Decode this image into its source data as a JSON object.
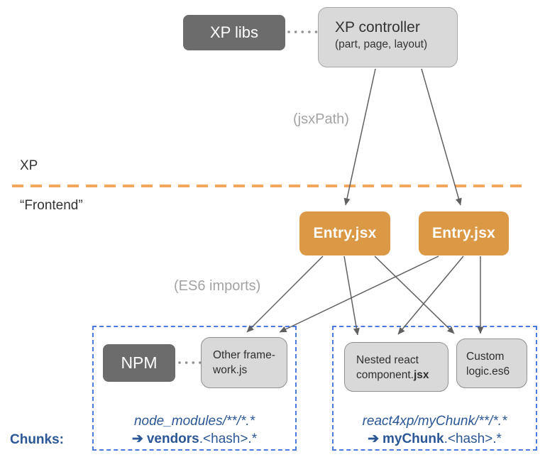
{
  "colors": {
    "accent-orange": "#DB9845",
    "divider-orange": "#F3A75C",
    "box-dark": "#6C6C6C",
    "box-light": "#D9D9D9",
    "box-border": "#8F8F8F",
    "controller-border": "#A6A6A6",
    "blue-border": "#4B79DF",
    "blue-text": "#2B5797",
    "arrow-gray": "#606060",
    "dot-gray": "#8F8F8F",
    "label-gray": "#A3A3A3",
    "text-dark": "#3A3A3A"
  },
  "top": {
    "xp_libs": "XP libs",
    "controller_title": "XP controller",
    "controller_subtitle": "(part, page, layout)",
    "jsxpath_label": "(jsxPath)"
  },
  "divider": {
    "above_label": "XP",
    "below_label": "“Frontend”"
  },
  "entries": {
    "left": "Entry.jsx",
    "right": "Entry.jsx"
  },
  "es6_imports_label": "(ES6 imports)",
  "chunks_label": "Chunks:",
  "vendors_group": {
    "npm": "NPM",
    "other_framework_line1": "Other frame-",
    "other_framework_line2": "work.js",
    "pattern": "node_modules/**/*.*",
    "arrow": "➔",
    "chunk_name": "vendors",
    "chunk_suffix": ".<hash>.*"
  },
  "mychunk_group": {
    "nested_line1": "Nested react",
    "nested_line2_prefix": "component.",
    "nested_line2_bold": "jsx",
    "custom_line1": "Custom",
    "custom_line2": "logic.es6",
    "pattern": "react4xp/myChunk/**/*.*",
    "arrow": "➔",
    "chunk_name": "myChunk",
    "chunk_suffix": ".<hash>.*"
  }
}
